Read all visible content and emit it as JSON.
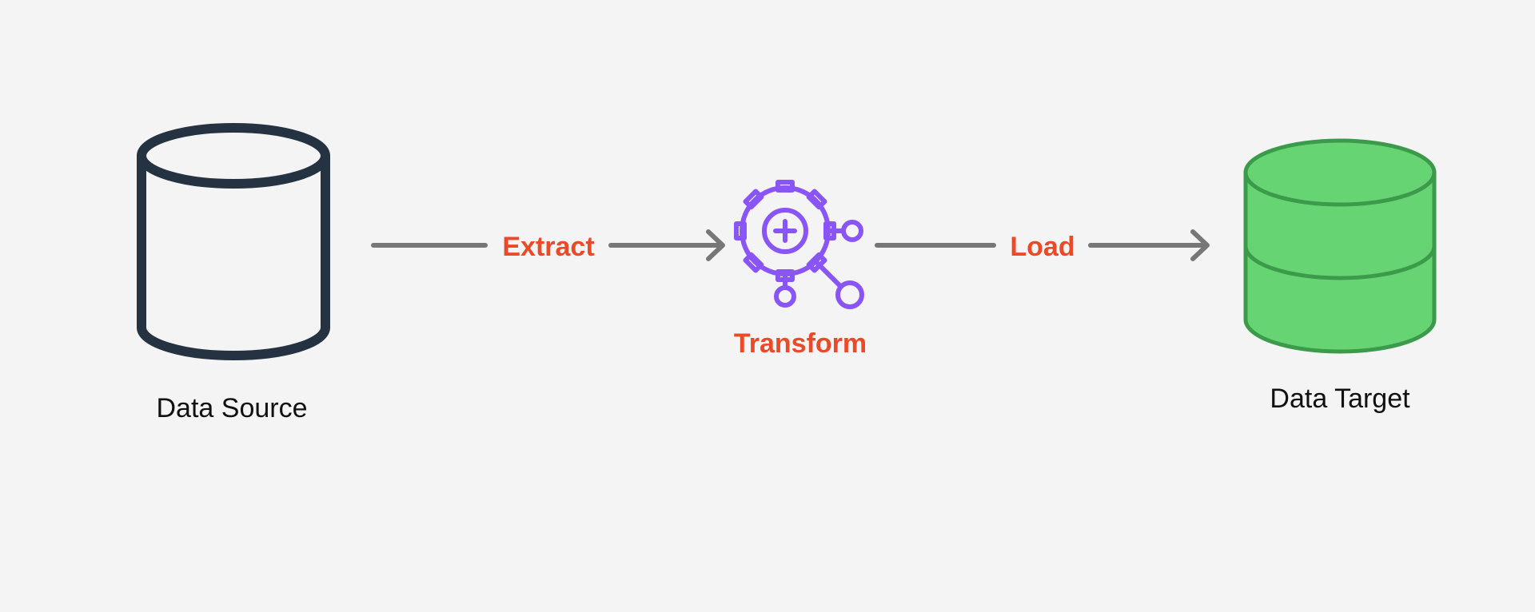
{
  "source": {
    "label": "Data Source",
    "icon": "database-outline-icon",
    "stroke_color": "#253241"
  },
  "transform": {
    "label": "Transform",
    "icon": "gear-network-icon",
    "icon_color": "#8a55f6"
  },
  "target": {
    "label": "Data Target",
    "icon": "database-filled-icon",
    "fill_color": "#67d474",
    "stroke_color": "#3c9b4b"
  },
  "edges": {
    "extract_label": "Extract",
    "load_label": "Load",
    "label_color": "#ea4a27",
    "arrow_color": "#777777"
  }
}
